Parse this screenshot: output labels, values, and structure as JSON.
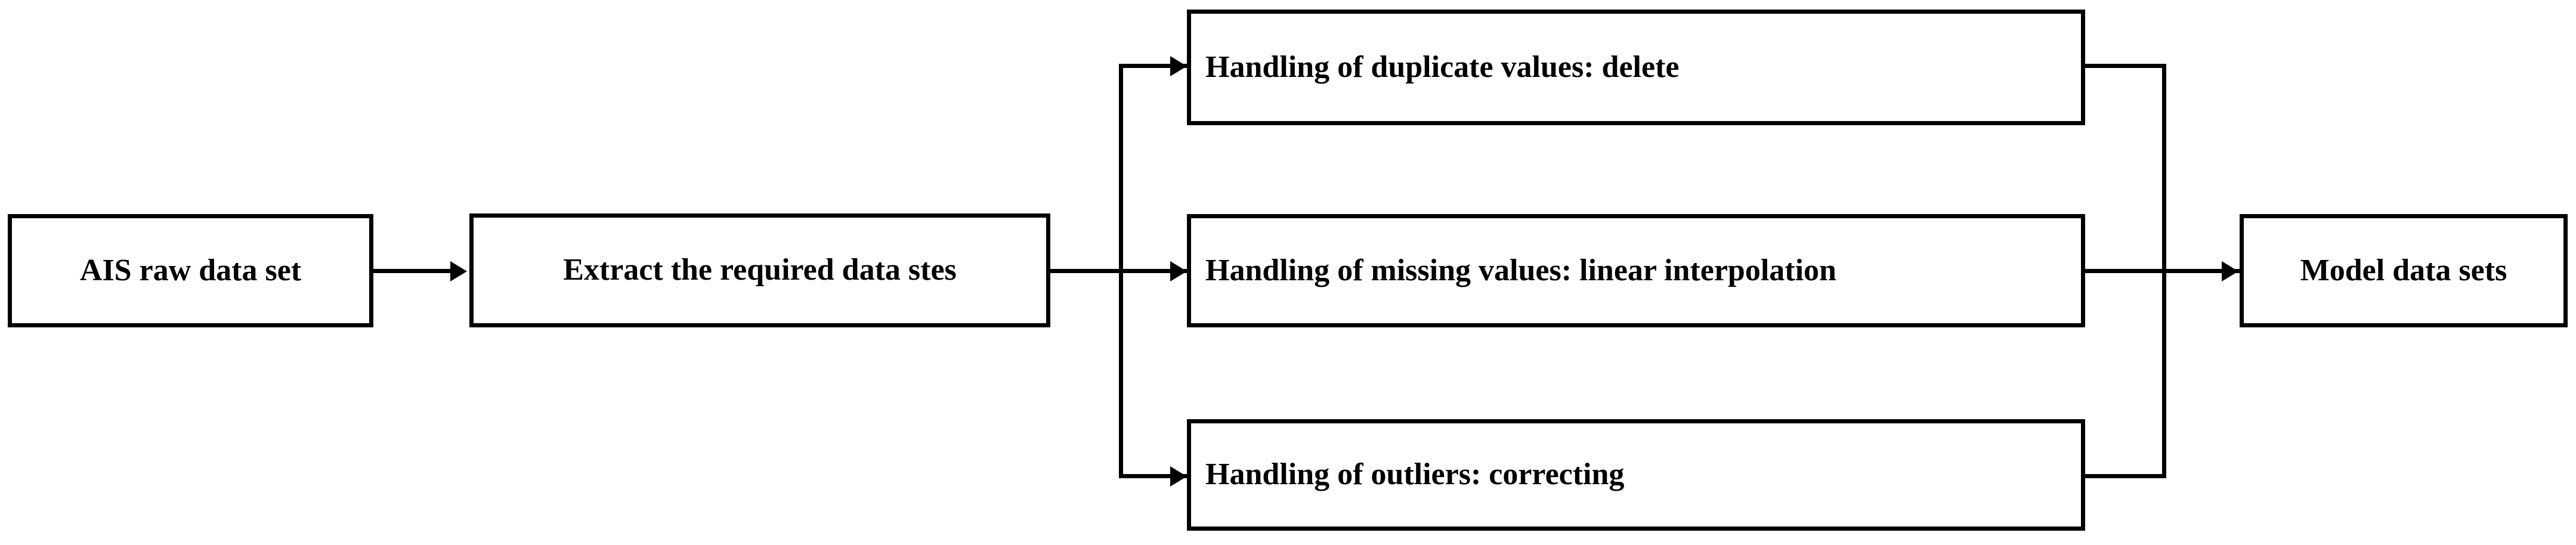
{
  "diagram": {
    "type": "flowchart",
    "orientation": "left-to-right",
    "background_color": "#ffffff",
    "line_color": "#000000",
    "text_color": "#000000",
    "nodes": [
      {
        "id": "raw",
        "label": "AIS raw data set"
      },
      {
        "id": "extract",
        "label": "Extract the required data stes"
      },
      {
        "id": "duplicate",
        "label": "Handling of duplicate values: delete"
      },
      {
        "id": "missing",
        "label": "Handling of missing values: linear interpolation"
      },
      {
        "id": "outliers",
        "label": "Handling of outliers: correcting"
      },
      {
        "id": "model",
        "label": "Model data sets"
      }
    ],
    "edges": [
      {
        "from": "raw",
        "to": "extract",
        "arrow": true
      },
      {
        "from": "extract",
        "to": "duplicate",
        "arrow": true
      },
      {
        "from": "extract",
        "to": "missing",
        "arrow": true
      },
      {
        "from": "extract",
        "to": "outliers",
        "arrow": true
      },
      {
        "from": "duplicate",
        "to": "model",
        "arrow": false
      },
      {
        "from": "missing",
        "to": "model",
        "arrow": false
      },
      {
        "from": "outliers",
        "to": "model",
        "arrow": true
      }
    ]
  }
}
